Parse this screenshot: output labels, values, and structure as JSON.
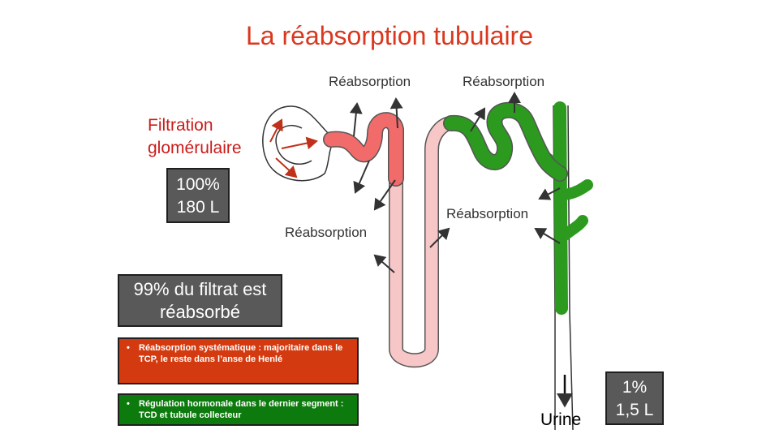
{
  "title": "La réabsorption tubulaire",
  "labels": {
    "reabs_top_left": "Réabsorption",
    "reabs_top_right": "Réabsorption",
    "reabs_mid_left": "Réabsorption",
    "reabs_mid_right": "Réabsorption",
    "filtration_line1": "Filtration",
    "filtration_line2": "glomérulaire",
    "urine": "Urine"
  },
  "boxes": {
    "input_pct": "100%",
    "input_vol": "180 L",
    "output_pct": "1%",
    "output_vol": "1,5 L",
    "filtrate_line1": "99% du filtrat est",
    "filtrate_line2": "réabsorbé"
  },
  "notes": {
    "systematic": "Réabsorption systématique : majoritaire dans le TCP, le reste dans l’anse de Henlé",
    "hormonal": "Régulation hormonale dans le dernier segment : TCD et tubule collecteur"
  },
  "colors": {
    "title": "#d9381e",
    "filtration": "#cc1a1a",
    "proximal_tubule": "#f26b6b",
    "henle_loop": "#f7c6c6",
    "distal_tubule": "#2c9a1f",
    "box_gray": "#595959",
    "note_red": "#d43a0f",
    "note_green": "#0d7a0d"
  }
}
